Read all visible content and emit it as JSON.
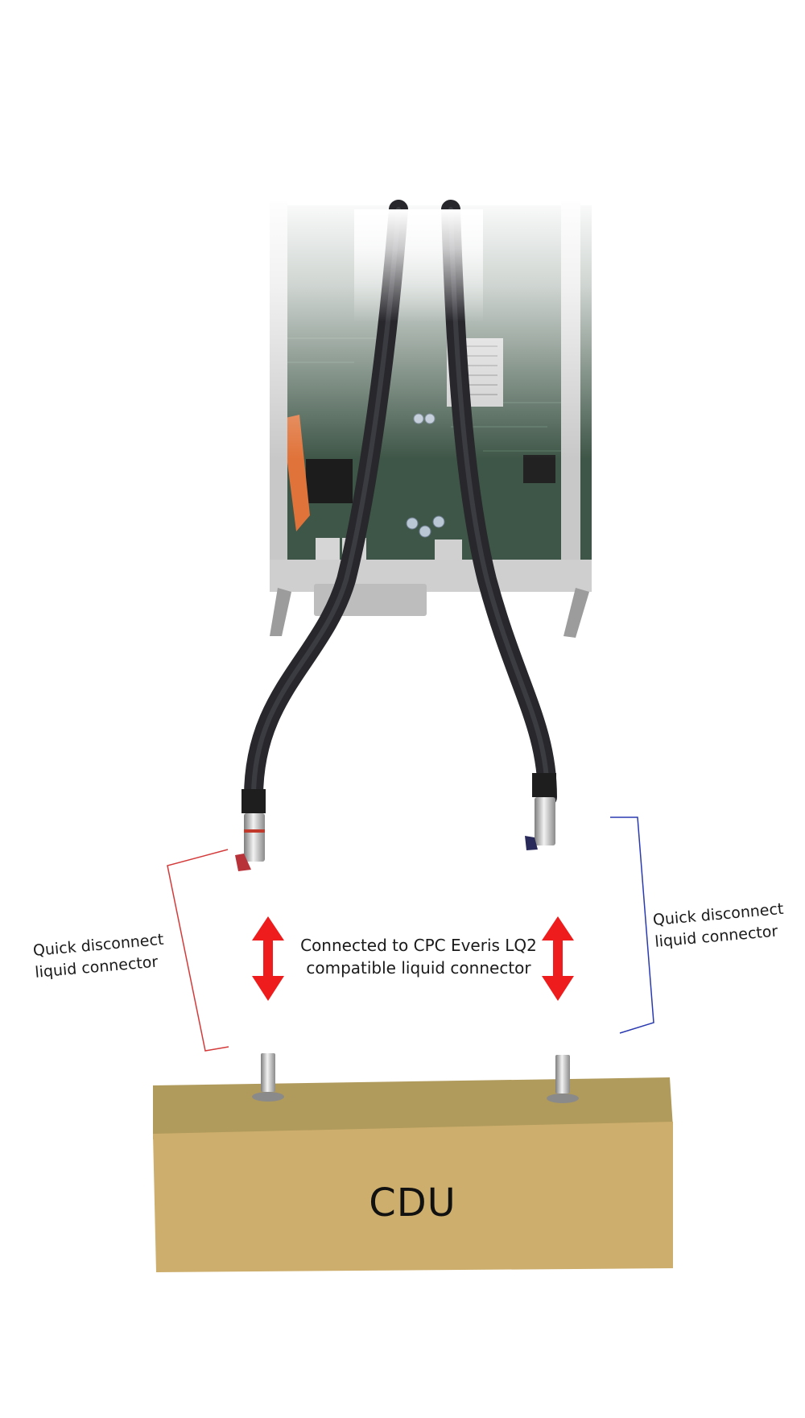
{
  "labels": {
    "left_connector": [
      "Quick disconnect",
      "liquid connector"
    ],
    "right_connector": [
      "Quick disconnect",
      "liquid connector"
    ],
    "center": [
      "Connected to CPC Everis LQ2",
      "compatible liquid connector"
    ],
    "cdu": "CDU"
  },
  "colors": {
    "left_bracket": "#d43a3a",
    "right_bracket": "#2a3ab0",
    "arrow": "#ee1c1c",
    "cdu_top": "#b09a5c",
    "cdu_front": "#cdae6c",
    "hose": "#2b2b30",
    "pcb": "#3f5a48",
    "metal": "#c8c8c8"
  },
  "icons": {
    "arrows": "double-headed-vertical-arrow",
    "connector": "quick-disconnect-fitting"
  }
}
